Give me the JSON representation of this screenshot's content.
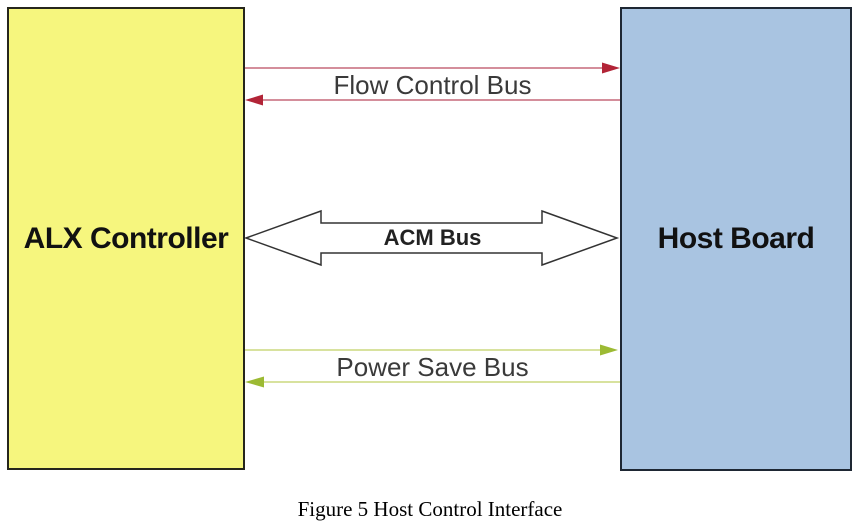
{
  "background": "#ffffff",
  "nodes": {
    "alx": {
      "label": "ALX Controller",
      "fill": "#f6f67e",
      "border": "#26261c",
      "text_color": "#111111"
    },
    "host": {
      "label": "Host Board",
      "fill": "#a9c4e1",
      "border": "#1e2733",
      "text_color": "#111111"
    }
  },
  "buses": {
    "flow": {
      "label": "Flow Control Bus",
      "arrow_color": "#b22437",
      "line_color": "#c5697a",
      "direction": "bidirectional"
    },
    "acm": {
      "label": "ACM Bus",
      "outline_color": "#333333",
      "fill_color": "#ffffff",
      "direction": "bidirectional"
    },
    "power": {
      "label": "Power Save Bus",
      "arrow_color": "#9cba33",
      "line_color": "#ccd87e",
      "direction": "bidirectional"
    }
  },
  "label_text_color": "#3a3a3a",
  "caption": "Figure 5 Host Control Interface"
}
